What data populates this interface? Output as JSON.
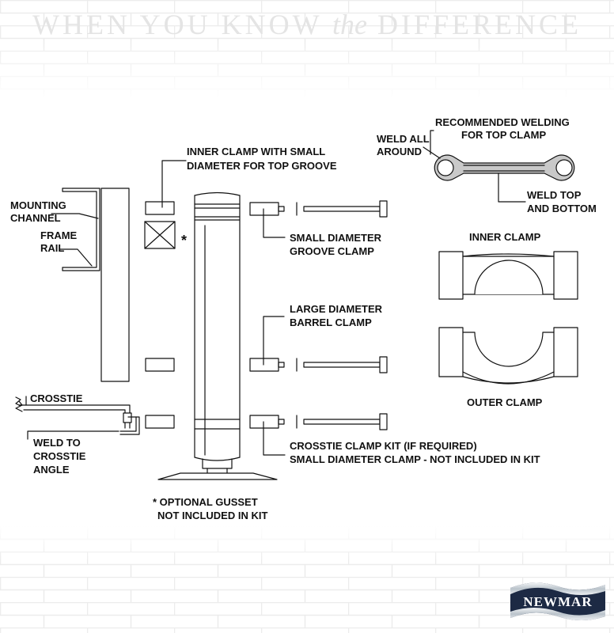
{
  "tagline": {
    "part1": "WHEN YOU KNOW ",
    "part2": "the",
    "part3": " DIFFERENCE"
  },
  "labels": {
    "inner_clamp_small_1": "INNER CLAMP WITH SMALL",
    "inner_clamp_small_2": "DIAMETER FOR TOP GROOVE",
    "mounting_channel_1": "MOUNTING",
    "mounting_channel_2": "CHANNEL",
    "frame_rail_1": "FRAME",
    "frame_rail_2": "RAIL",
    "gusset_star": "*",
    "small_groove_1": "SMALL DIAMETER",
    "small_groove_2": "GROOVE CLAMP",
    "large_barrel_1": "LARGE DIAMETER",
    "large_barrel_2": "BARREL CLAMP",
    "crosstie": "CROSSTIE",
    "weld_crosstie_1": "WELD TO",
    "weld_crosstie_2": "CROSSTIE",
    "weld_crosstie_3": "ANGLE",
    "crosstie_kit_1": "CROSSTIE CLAMP KIT (IF REQUIRED)",
    "crosstie_kit_2": "SMALL DIAMETER CLAMP - NOT INCLUDED IN KIT",
    "optional_gusset_1": "* OPTIONAL GUSSET",
    "optional_gusset_2": "NOT INCLUDED IN KIT",
    "recommended_welding_1": "RECOMMENDED WELDING",
    "recommended_welding_2": "FOR TOP CLAMP",
    "weld_all_around_1": "WELD ALL",
    "weld_all_around_2": "AROUND",
    "weld_top_bottom_1": "WELD TOP",
    "weld_top_bottom_2": "AND BOTTOM",
    "inner_clamp": "INNER CLAMP",
    "outer_clamp": "OUTER CLAMP"
  },
  "logo": {
    "text": "NEWMAR"
  },
  "colors": {
    "ink": "#111111",
    "weld_fill": "#c9c9c9",
    "brick_line": "#ececec",
    "logo_dark": "#1d2a44",
    "logo_silver": "#cfd6dc"
  }
}
